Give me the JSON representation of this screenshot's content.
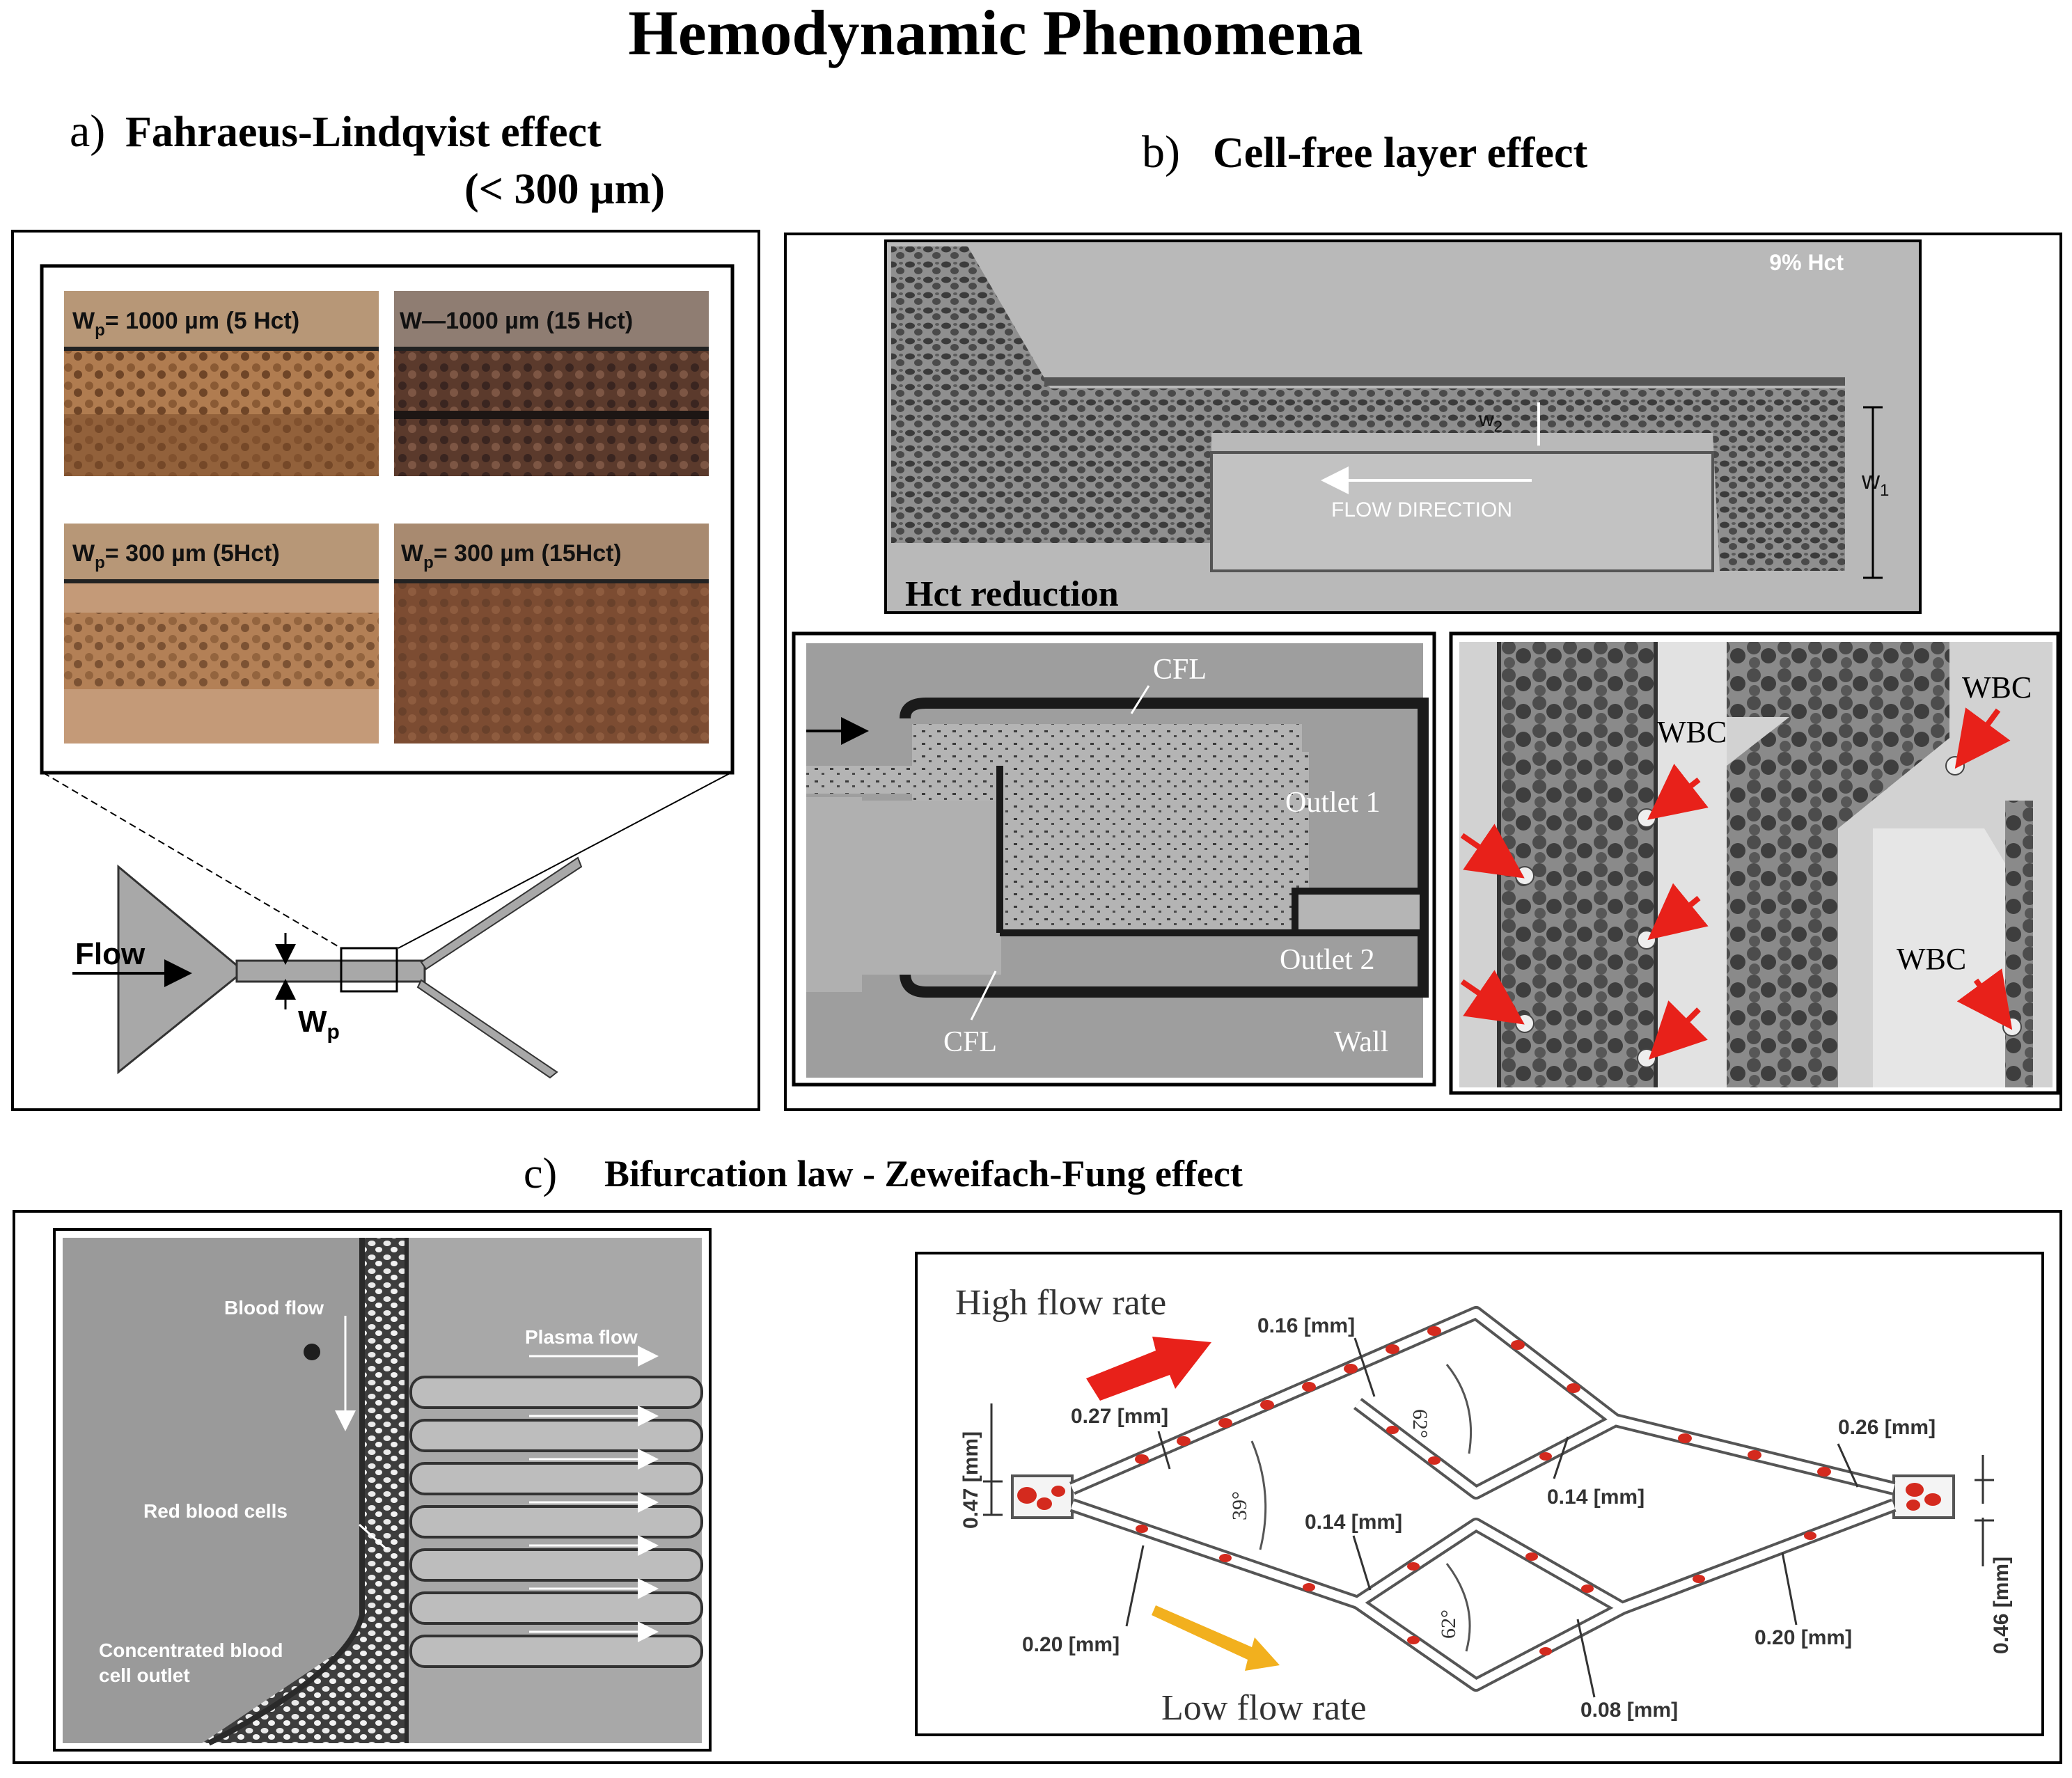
{
  "title": "Hemodynamic Phenomena",
  "panel_a": {
    "letter": "a)",
    "title": "Fahraeus-Lindqvist effect",
    "subtitle": "(< 300 µm)",
    "micrographs": [
      {
        "w": "W",
        "sub": "p",
        "rest": "= 1000 µm (5 Hct)"
      },
      {
        "w": "W",
        "sub": "",
        "rest": "—1000 µm (15 Hct)"
      },
      {
        "w": "W",
        "sub": "p",
        "rest": "= 300 µm (5Hct)"
      },
      {
        "w": "W",
        "sub": "p",
        "rest": "= 300 µm (15Hct)"
      }
    ],
    "flow_label": "Flow",
    "width_label": "W",
    "width_sub": "p"
  },
  "panel_b": {
    "letter": "b)",
    "title": "Cell-free layer effect",
    "hct_percent": "9% Hct",
    "w2": "w",
    "w2_sub": "2",
    "w1": "w",
    "w1_sub": "1",
    "flow_direction": "FLOW DIRECTION",
    "hct_reduction": "Hct reduction",
    "cfl_top": "CFL",
    "cfl_bottom": "CFL",
    "outlet1": "Outlet 1",
    "outlet2": "Outlet 2",
    "wall": "Wall",
    "wbc": [
      "WBC",
      "WBC",
      "WBC"
    ]
  },
  "panel_c": {
    "letter": "c)",
    "title": "Bifurcation law - Zeweifach-Fung effect",
    "blood_flow": "Blood flow",
    "plasma_flow": "Plasma flow",
    "rbc": "Red blood cells",
    "outlet_line1": "Concentrated blood",
    "outlet_line2": "cell outlet",
    "high_flow": "High flow rate",
    "low_flow": "Low flow rate",
    "dims": {
      "d016": "0.16 [mm]",
      "d027": "0.27 [mm]",
      "d047": "0.47 [mm]",
      "d062a": "62°",
      "d062b": "62°",
      "d039": "39°",
      "d014a": "0.14 [mm]",
      "d014b": "0.14 [mm]",
      "d026": "0.26 [mm]",
      "d020a": "0.20 [mm]",
      "d020b": "0.20 [mm]",
      "d008": "0.08 [mm]",
      "d046": "0.46 [mm]"
    }
  },
  "colors": {
    "rbc_red": "#d42a1e",
    "arrow_red": "#e8211a",
    "arrow_yellow": "#f2b01e",
    "micro_brown": "#8a5a34"
  }
}
